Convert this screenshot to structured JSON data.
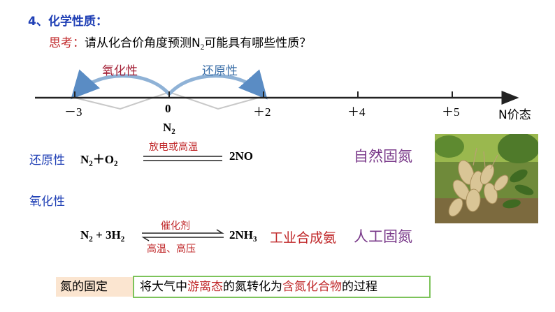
{
  "heading": "4、化学性质：",
  "think": {
    "label": "思考：",
    "text_before": "请从化合价角度预测N",
    "sub": "2",
    "text_after": "可能具有哪些性质？"
  },
  "arcs": {
    "oxidizing": "氧化性",
    "reducing": "还原性"
  },
  "axis": {
    "ticks": [
      "－3",
      "0",
      "＋2",
      "＋4",
      "＋5"
    ],
    "name": "N价态",
    "under_zero_main": "N",
    "under_zero_sub": "2"
  },
  "reaction1": {
    "property": "还原性",
    "lhs_n": "N",
    "lhs_n_sub": "2",
    "lhs_plus_o": "＋O",
    "lhs_o_sub": "2",
    "condition": "放电或高温",
    "product": "2NO",
    "category": "自然固氮"
  },
  "reaction2": {
    "property": "氧化性",
    "lhs_n": "N",
    "lhs_n_sub": "2",
    "lhs_h": " + 3H",
    "lhs_h_sub": "2",
    "condition_top": "催化剂",
    "condition_bottom": "高温、高压",
    "product_main": "2NH",
    "product_sub": "3",
    "process": "工业合成氨",
    "category": "人工固氮"
  },
  "fixation": {
    "term": "氮的固定",
    "part1": "将大气中",
    "highlight1": "游离态",
    "part2": "的氮转化为",
    "highlight2": "含氮化合物",
    "part3": "的过程"
  },
  "colors": {
    "heading": "#1f3fb5",
    "accent_red": "#c0282a",
    "category_purple": "#7a3a8a",
    "arc_blue": "#8fb2d6",
    "box_green": "#7cc35a"
  }
}
